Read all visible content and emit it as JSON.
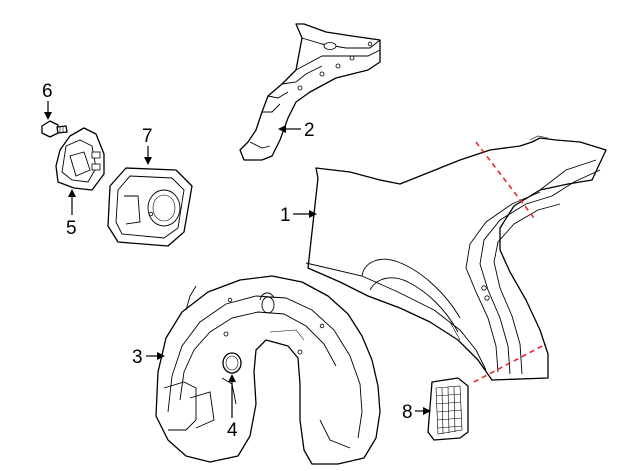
{
  "callouts": [
    {
      "id": "1",
      "label": "1"
    },
    {
      "id": "2",
      "label": "2"
    },
    {
      "id": "3",
      "label": "3"
    },
    {
      "id": "4",
      "label": "4"
    },
    {
      "id": "5",
      "label": "5"
    },
    {
      "id": "6",
      "label": "6"
    },
    {
      "id": "7",
      "label": "7"
    },
    {
      "id": "8",
      "label": "8"
    }
  ],
  "colors": {
    "line": "#000000",
    "background": "#ffffff",
    "cut_line": "#e8252b"
  }
}
